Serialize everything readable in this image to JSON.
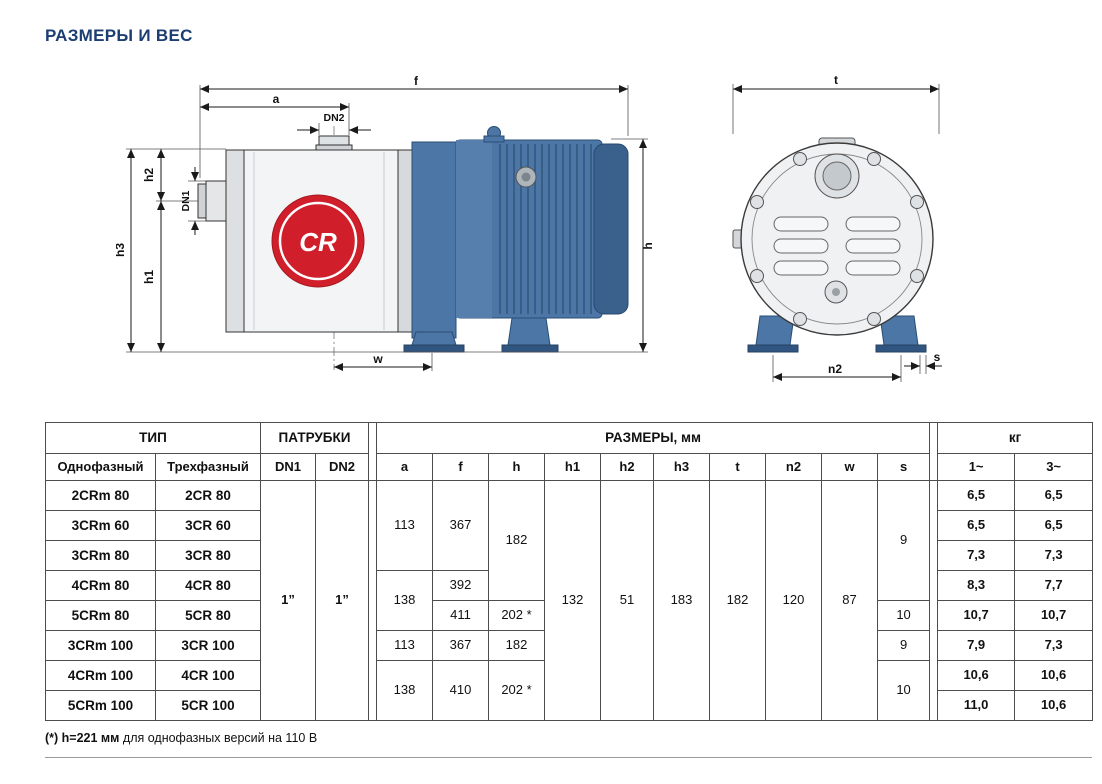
{
  "page": {
    "title": "РАЗМЕРЫ И ВЕС"
  },
  "colors": {
    "title_blue": "#1c3e73",
    "pump_blue": "#4b76a6",
    "pump_blue_dark": "#2f5580",
    "logo_red": "#d01f2b"
  },
  "diagram": {
    "logo_text": "CR",
    "side": {
      "f": "f",
      "a": "a",
      "dn2": "DN2",
      "dn1": "DN1",
      "h2": "h2",
      "h3": "h3",
      "h1": "h1",
      "h": "h",
      "w": "w"
    },
    "front": {
      "t": "t",
      "n2": "n2",
      "s": "s"
    }
  },
  "table": {
    "headers": {
      "tip": "ТИП",
      "patrubki": "ПАТРУБКИ",
      "razmery": "РАЗМЕРЫ, мм",
      "kg": "кг",
      "single": "Однофазный",
      "three": "Трехфазный",
      "dn1": "DN1",
      "dn2": "DN2",
      "a": "a",
      "f": "f",
      "h": "h",
      "h1": "h1",
      "h2": "h2",
      "h3": "h3",
      "t": "t",
      "n2": "n2",
      "w": "w",
      "s": "s",
      "kg1": "1~",
      "kg3": "3~"
    },
    "rows": [
      {
        "single": "2CRm 80",
        "three": "2CR 80",
        "kg1": "6,5",
        "kg3": "6,5"
      },
      {
        "single": "3CRm 60",
        "three": "3CR 60",
        "kg1": "6,5",
        "kg3": "6,5"
      },
      {
        "single": "3CRm 80",
        "three": "3CR 80",
        "kg1": "7,3",
        "kg3": "7,3"
      },
      {
        "single": "4CRm 80",
        "three": "4CR 80",
        "kg1": "8,3",
        "kg3": "7,7"
      },
      {
        "single": "5CRm 80",
        "three": "5CR 80",
        "kg1": "10,7",
        "kg3": "10,7"
      },
      {
        "single": "3CRm 100",
        "three": "3CR 100",
        "kg1": "7,9",
        "kg3": "7,3"
      },
      {
        "single": "4CRm 100",
        "three": "4CR 100",
        "kg1": "10,6",
        "kg3": "10,6"
      },
      {
        "single": "5CRm 100",
        "three": "5CR 100",
        "kg1": "11,0",
        "kg3": "10,6"
      }
    ],
    "span": {
      "dn1": "1”",
      "dn2": "1”",
      "aA": "113",
      "aB": "138",
      "aC": "113",
      "aD": "138",
      "fA": "367",
      "fB": "392",
      "fC": "411",
      "fD": "367",
      "fE": "410",
      "hA": "182",
      "hB": "202 *",
      "hC": "182",
      "hD": "202 *",
      "sA": "9",
      "sB": "10",
      "sC": "9",
      "sD": "10",
      "h1": "132",
      "h2": "51",
      "h3": "183",
      "t": "182",
      "n2": "120",
      "w": "87"
    }
  },
  "footnote": {
    "bold": "(*) h=221 мм",
    "rest": "для однофазных версий на 110 В"
  }
}
